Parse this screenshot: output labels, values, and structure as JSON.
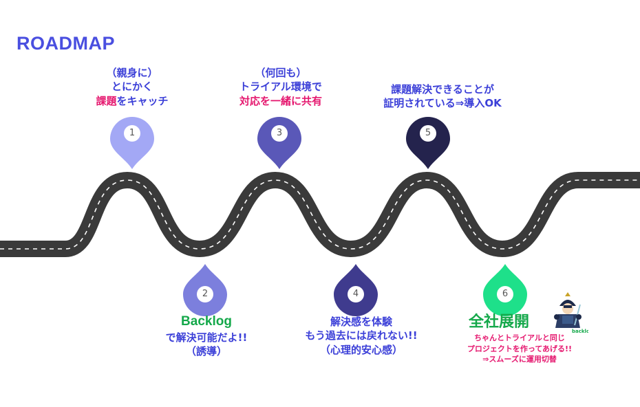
{
  "title": "ROADMAP",
  "steps": [
    {
      "num": "1",
      "lines": [
        "（親身に）",
        "とにかく"
      ],
      "highlight": "課題",
      "highlight_suffix": "をキャッチ",
      "pin_color": "#a3a8f5"
    },
    {
      "num": "2",
      "title": "Backlog",
      "lines": [
        "で解決可能だよ!!",
        "（誘導）"
      ],
      "pin_color": "#7c7fdd"
    },
    {
      "num": "3",
      "lines": [
        "（何回も）",
        "トライアル環境で"
      ],
      "highlight": "対応を一緒に共有",
      "pin_color": "#5a58b8"
    },
    {
      "num": "4",
      "lines": [
        "解決感を体験",
        "もう過去には戻れない!!",
        "（心理的安心感）"
      ],
      "pin_color": "#3f3b8e"
    },
    {
      "num": "5",
      "lines": [
        "課題解決できることが",
        "証明されている⇒導入OK"
      ],
      "pin_color": "#24234d"
    },
    {
      "num": "6",
      "title": "全社展開",
      "lines": [
        "ちゃんとトライアルと同じ",
        "プロジェクトを作ってあげる!!",
        "⇒スムーズに運用切替"
      ],
      "pin_color": "#1ee08a"
    }
  ],
  "mascot_label": "backlog",
  "colors": {
    "title": "#4a4fe0",
    "blue_text": "#3b3fd8",
    "pink_text": "#e5186f",
    "green_text": "#14a84a",
    "road": "#3a3a3a",
    "road_dash": "#ffffff"
  }
}
